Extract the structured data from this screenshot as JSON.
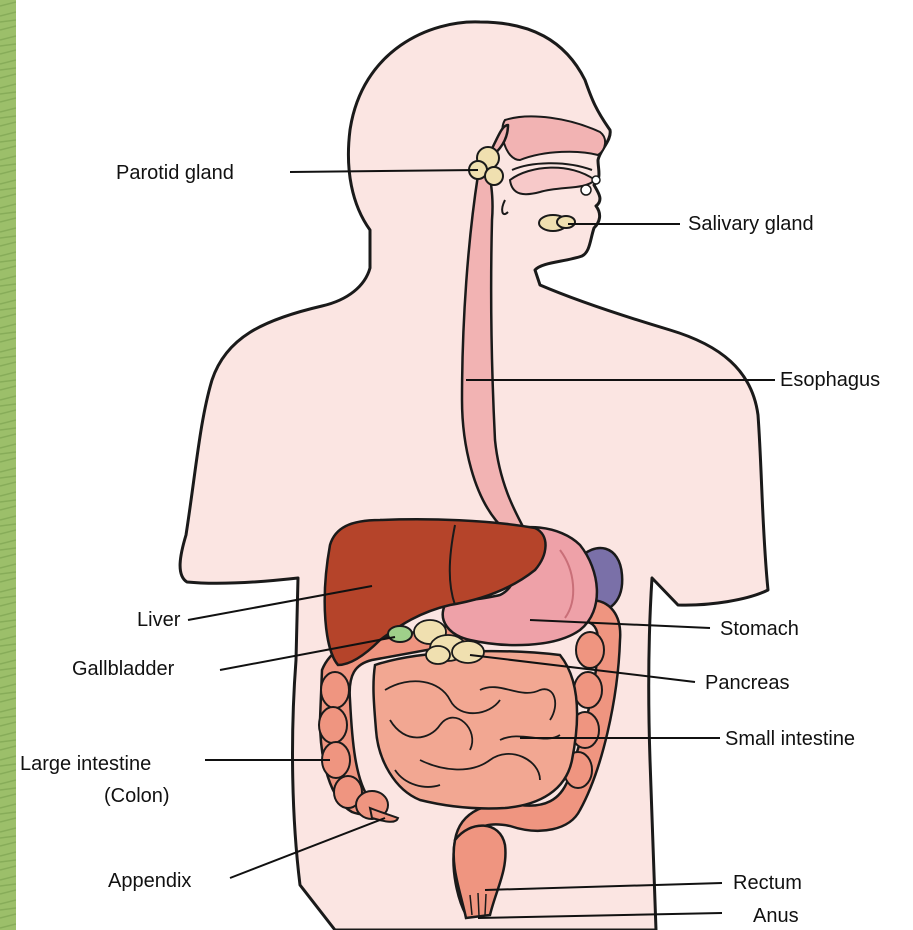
{
  "colors": {
    "background_strip": "#9cbf6a",
    "skin": "#fbe5e2",
    "outline": "#1a1a1a",
    "esophagus": "#f2b3b3",
    "liver": "#b5442a",
    "stomach": "#eea1a8",
    "spleen": "#7a70a8",
    "intestine": "#ef9580",
    "gland": "#f0e0b0",
    "gallbladder": "#9fd08a",
    "label_line": "#111111"
  },
  "labels": {
    "parotid_gland": "Parotid gland",
    "salivary_gland": "Salivary gland",
    "esophagus": "Esophagus",
    "liver": "Liver",
    "gallbladder": "Gallbladder",
    "large_intestine": "Large intestine",
    "colon": "(Colon)",
    "appendix": "Appendix",
    "stomach": "Stomach",
    "pancreas": "Pancreas",
    "small_intestine": "Small intestine",
    "rectum": "Rectum",
    "anus": "Anus"
  }
}
